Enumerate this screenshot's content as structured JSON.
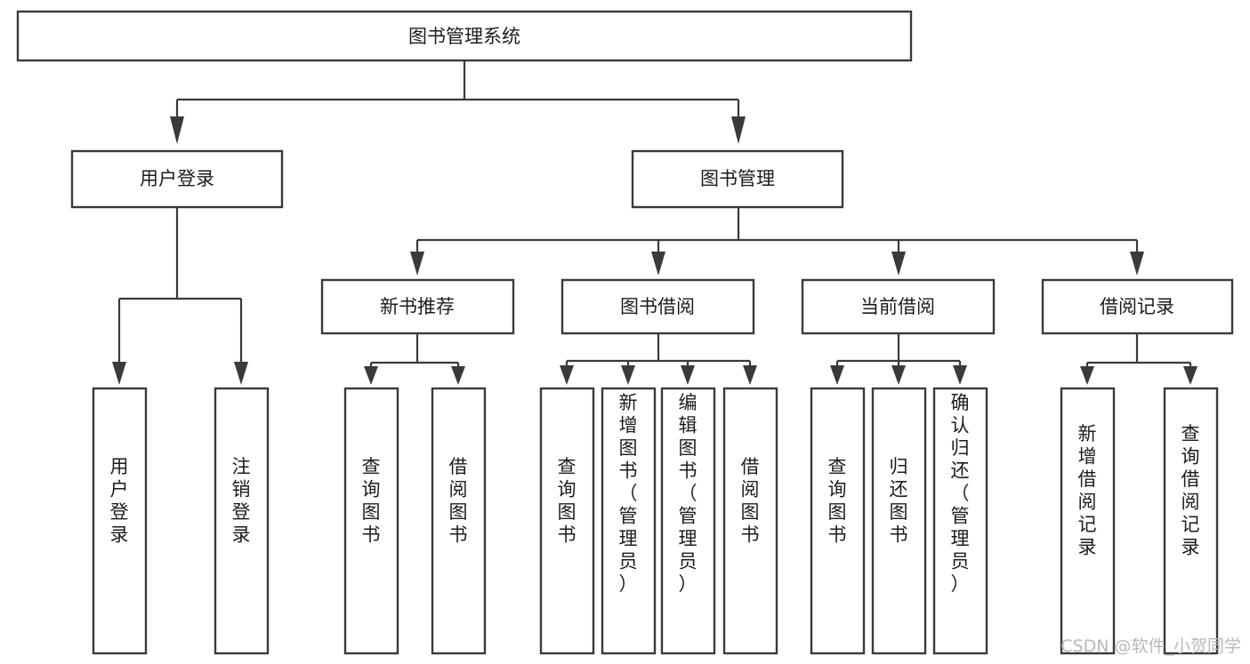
{
  "diagram": {
    "type": "tree-hierarchy",
    "title": "图书管理系统",
    "colors": {
      "background": "#ffffff",
      "box_fill": "#ffffff",
      "box_stroke": "#3a3a3a",
      "connector": "#3a3a3a",
      "text": "#1c1c1c",
      "watermark": "#b9b9b9"
    },
    "root": {
      "label": "图书管理系统"
    },
    "level2": [
      {
        "label": "用户登录"
      },
      {
        "label": "图书管理"
      }
    ],
    "level3": [
      {
        "label": "新书推荐"
      },
      {
        "label": "图书借阅"
      },
      {
        "label": "当前借阅"
      },
      {
        "label": "借阅记录"
      }
    ],
    "leaves": {
      "user_login": [
        {
          "label": "用户登录"
        },
        {
          "label": "注销登录"
        }
      ],
      "new_book_recommend": [
        {
          "label": "查询图书"
        },
        {
          "label": "借阅图书"
        }
      ],
      "book_borrow": [
        {
          "label": "查询图书"
        },
        {
          "label": "新增图书（管理员）"
        },
        {
          "label": "编辑图书（管理员）"
        },
        {
          "label": "借阅图书"
        }
      ],
      "current_borrow": [
        {
          "label": "查询图书"
        },
        {
          "label": "归还图书"
        },
        {
          "label": "确认归还（管理员）"
        }
      ],
      "borrow_record": [
        {
          "label": "新增借阅记录"
        },
        {
          "label": "查询借阅记录"
        }
      ]
    },
    "watermark": {
      "label": "CSDN @软件_小贺同学"
    }
  }
}
